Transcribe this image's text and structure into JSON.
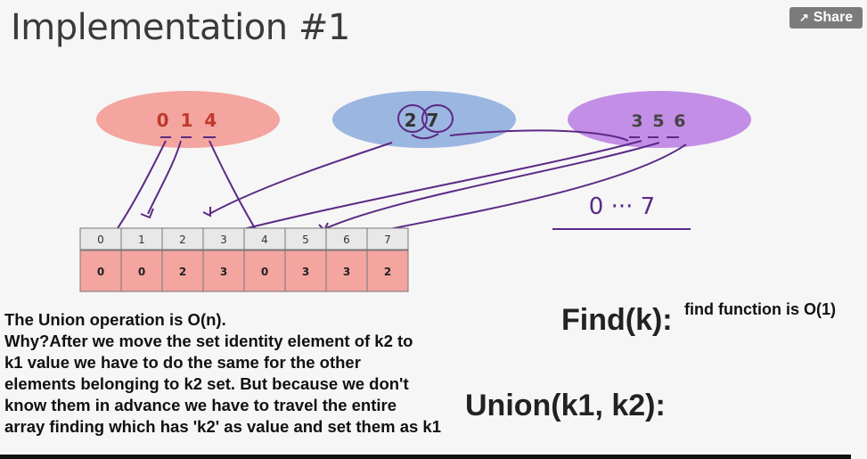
{
  "slide": {
    "title": "Implementation #1",
    "share_label": "Share",
    "share_icon": "share-icon"
  },
  "sets": [
    {
      "label": "0 1 4",
      "color": "#f4a5a0",
      "text_color": "#c0392b"
    },
    {
      "label": "2 7",
      "color": "#9bb6e0",
      "text_color": "#334"
    },
    {
      "label": "3 5 6",
      "color": "#c38ee6",
      "text_color": "#444"
    }
  ],
  "array": {
    "indices": [
      "0",
      "1",
      "2",
      "3",
      "4",
      "5",
      "6",
      "7"
    ],
    "values": [
      "0",
      "0",
      "2",
      "3",
      "0",
      "3",
      "3",
      "2"
    ],
    "index_bg": "#e8e8e8",
    "value_bg": "#f4a5a0"
  },
  "range_annotation": "0 ··· 7",
  "find_label": "Find(k):",
  "union_label": "Union(k1, k2):",
  "find_note": "find function is O(1)",
  "overlay": {
    "line1": "The Union operation is O(n).",
    "line2": "Why?After we move the set identity element of k2 to",
    "line3": "k1 value we have to do the same for the other",
    "line4": "elements belonging to k2 set. But because we don't",
    "line5": "know them in advance we have to travel the entire",
    "line6": "array finding which has 'k2' as value and set them as k1"
  }
}
